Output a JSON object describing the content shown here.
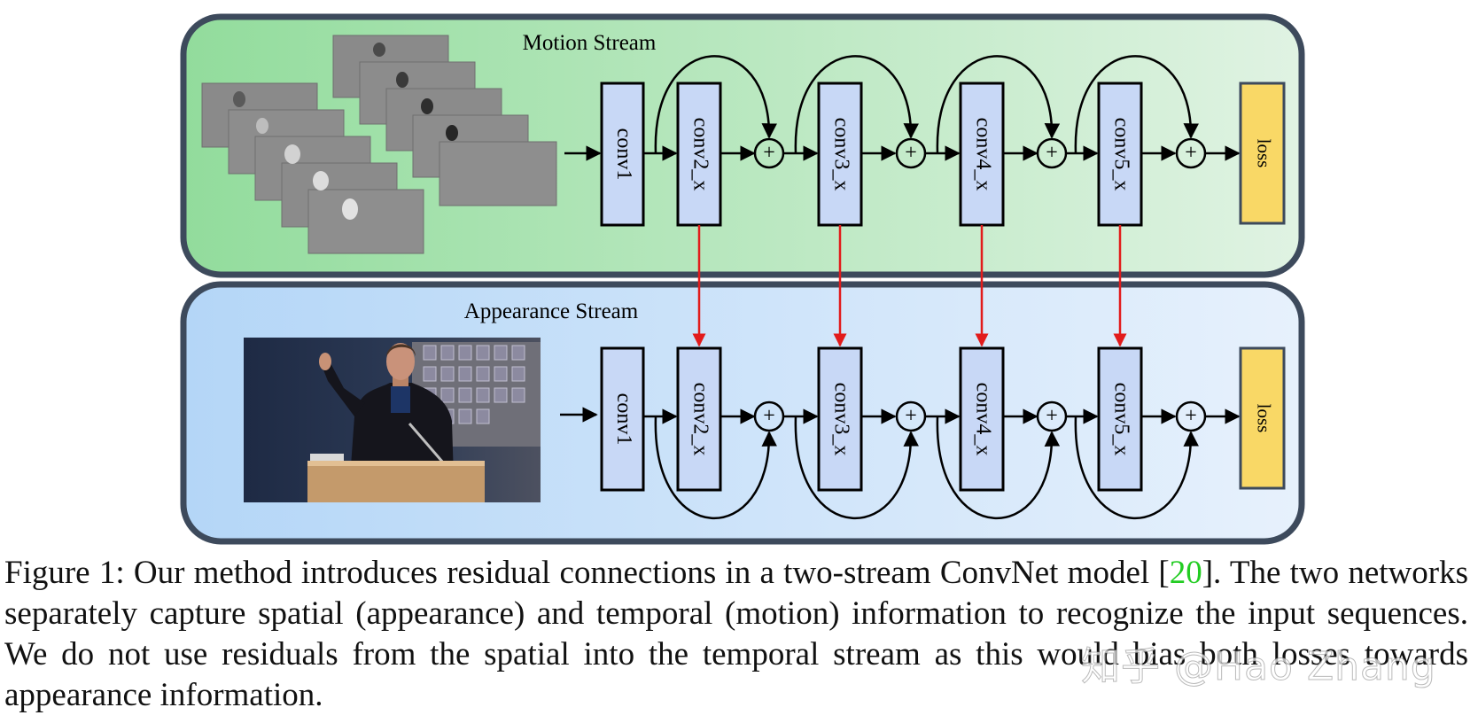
{
  "streams": {
    "motion": {
      "title": "Motion Stream",
      "loss": "loss",
      "blocks": [
        "conv1",
        "conv2_x",
        "conv3_x",
        "conv4_x",
        "conv5_x"
      ]
    },
    "appearance": {
      "title": "Appearance Stream",
      "loss": "loss",
      "blocks": [
        "conv1",
        "conv2_x",
        "conv3_x",
        "conv4_x",
        "conv5_x"
      ]
    }
  },
  "sum_symbol": "+",
  "caption": {
    "prefix": "Figure 1: Our method introduces residual connections in a two-stream ConvNet model [",
    "cite": "20",
    "suffix": "]. The two networks separately capture spatial (appearance) and temporal (motion) information to recognize the input sequences. We do not use residuals from the spatial into the temporal stream as this would bias both losses towards appearance information."
  },
  "watermark": "知乎 @Hao Zhang",
  "colors": {
    "motion_bg": "#9ee0a6",
    "appearance_bg": "#b9d9f7",
    "block_fill": "#c8d8f6",
    "loss_fill": "#f9d866",
    "cross_arrow": "#e21b1b",
    "panel_border": "#3d4a5c"
  }
}
